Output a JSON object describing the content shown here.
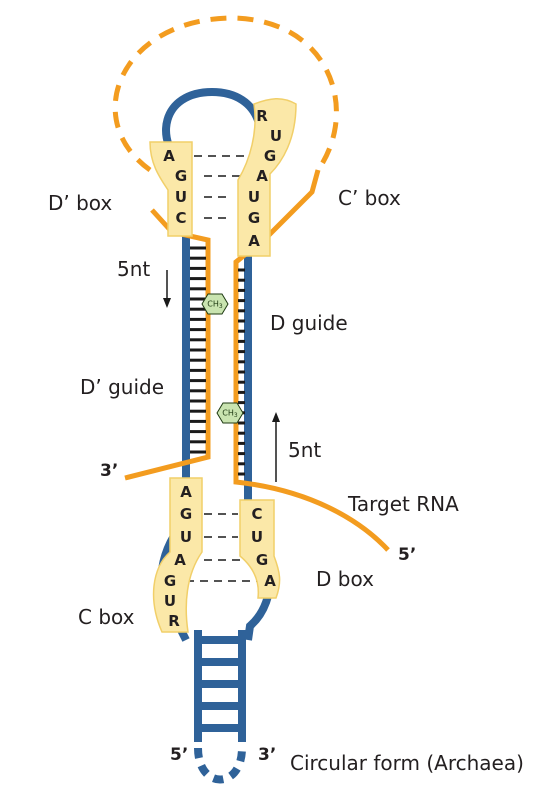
{
  "labels": {
    "d_prime_box": "D’ box",
    "c_prime_box": "C’ box",
    "five_nt_left": "5nt",
    "five_nt_right": "5nt",
    "d_guide": "D guide",
    "d_prime_guide": "D’ guide",
    "target_rna": "Target RNA",
    "d_box": "D box",
    "c_box": "C box",
    "circular_form": "Circular form (Archaea)"
  },
  "ends": {
    "three_prime_left": "3’",
    "five_prime_target": "5’",
    "five_prime_bottom": "5’",
    "three_prime_bottom": "3’"
  },
  "methyl": {
    "left": "CH3",
    "right": "CH3"
  },
  "boxes": {
    "d_prime_box_left": [
      "A",
      "G",
      "U",
      "C"
    ],
    "c_prime_box_right": [
      "R",
      "U",
      "G",
      "A",
      "U",
      "G",
      "A"
    ],
    "c_box_left": [
      "A",
      "G",
      "U",
      "A",
      "G",
      "U",
      "R"
    ],
    "d_box_right": [
      "C",
      "U",
      "G",
      "A"
    ]
  },
  "colors": {
    "snorna_strand": "#2f6299",
    "target_rna": "#f39c1f",
    "box_fill": "#fbe8a8",
    "methyl_fill": "#c9e4b0"
  }
}
